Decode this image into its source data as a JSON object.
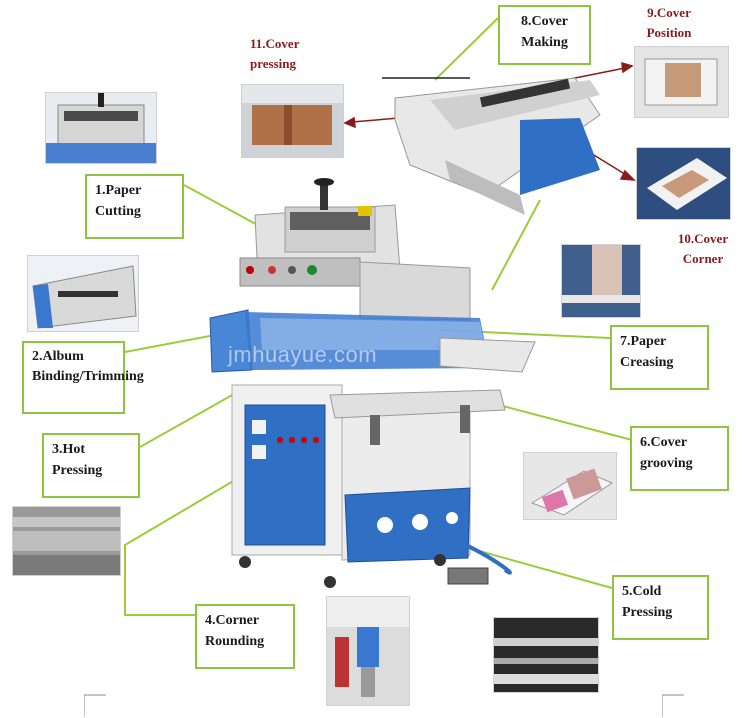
{
  "labels": {
    "paper_cutting": "1.Paper Cutting",
    "album_binding": "2.Album Binding/Trimming",
    "hot_pressing": "3.Hot Pressing",
    "corner_rounding": "4.Corner Rounding",
    "cold_pressing": "5.Cold Pressing",
    "cover_grooving": "6.Cover grooving",
    "paper_creasing": "7.Paper Creasing",
    "cover_making": "8.Cover Making"
  },
  "red_labels": {
    "cover_position": "9.Cover Position",
    "cover_corner": "10.Cover Corner",
    "cover_pressing": "11.Cover pressing"
  },
  "watermark": "jmhuayue.com",
  "colors": {
    "box_border": "#8cc63f",
    "leader_line": "#9ccc3a",
    "red_label": "#8b1a1a",
    "machine_blue": "#2f6fc4",
    "machine_gray": "#d8d8d8"
  }
}
